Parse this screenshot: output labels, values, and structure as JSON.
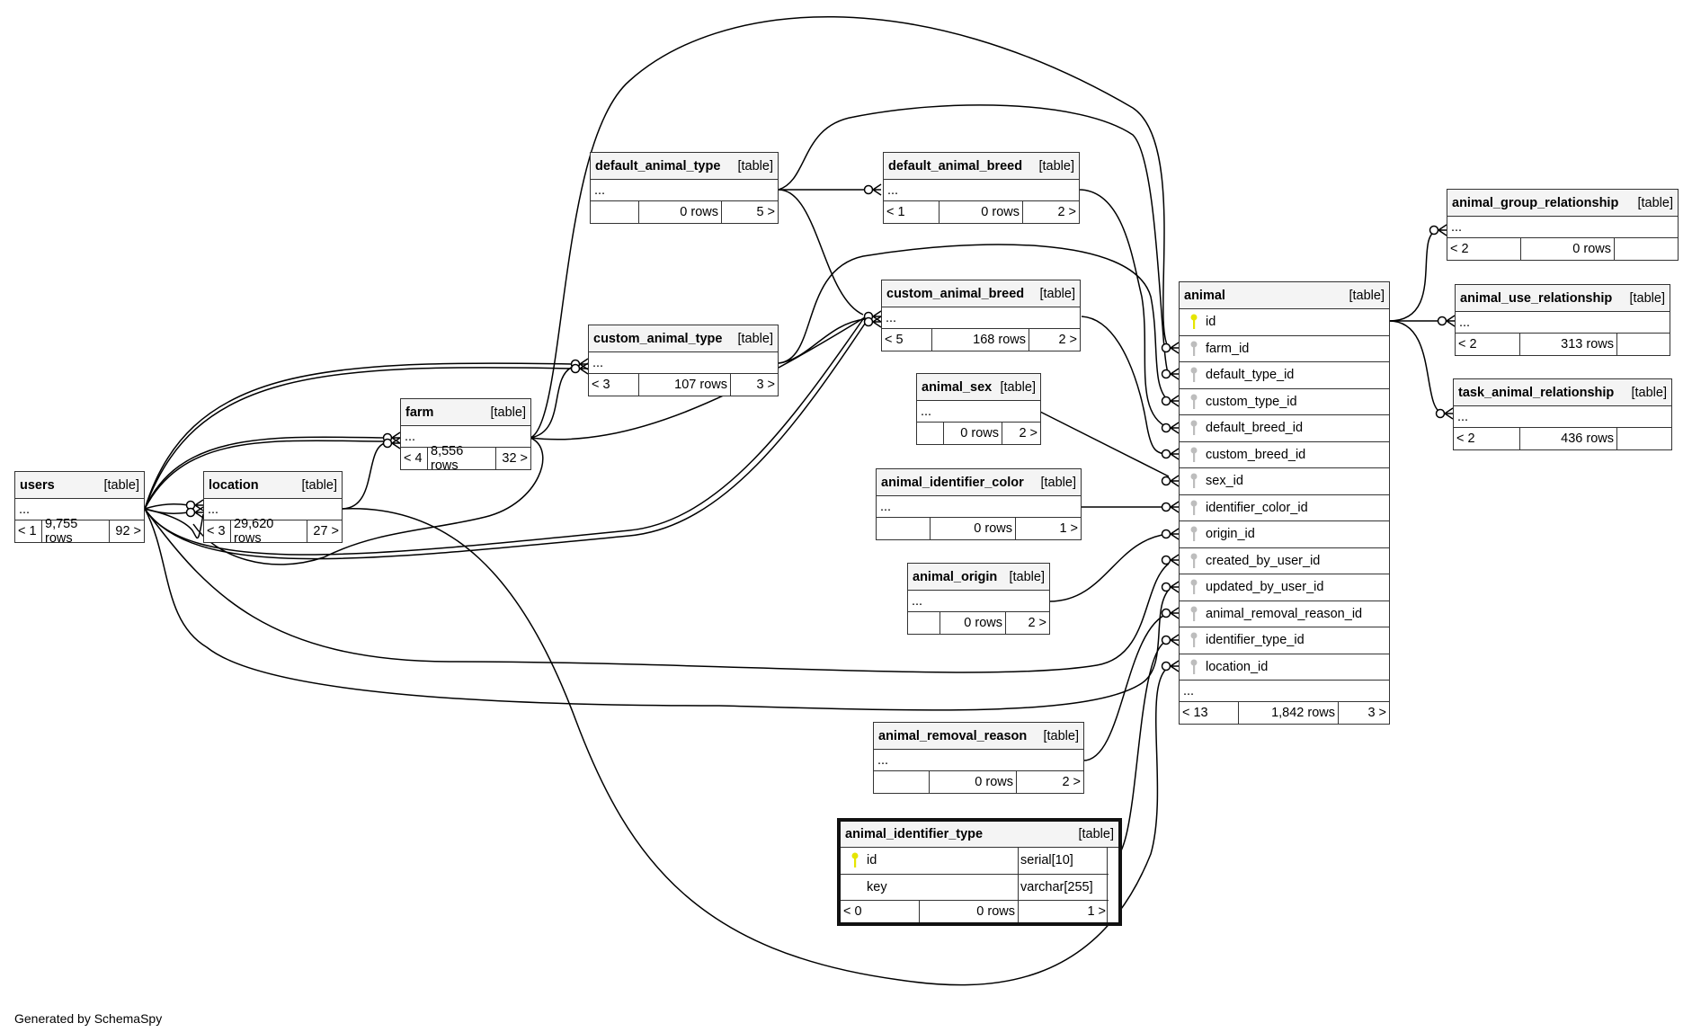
{
  "footer": "Generated by SchemaSpy",
  "type_label": "[table]",
  "tables": {
    "users": {
      "name": "users",
      "dots": "...",
      "left": "< 1",
      "rows": "9,755 rows",
      "right": "92 >"
    },
    "location": {
      "name": "location",
      "dots": "...",
      "left": "< 3",
      "rows": "29,620 rows",
      "right": "27 >"
    },
    "farm": {
      "name": "farm",
      "dots": "...",
      "left": "< 4",
      "rows": "8,556 rows",
      "right": "32 >"
    },
    "default_animal_type": {
      "name": "default_animal_type",
      "dots": "...",
      "left": "",
      "rows": "0 rows",
      "right": "5 >"
    },
    "default_animal_breed": {
      "name": "default_animal_breed",
      "dots": "...",
      "left": "< 1",
      "rows": "0 rows",
      "right": "2 >"
    },
    "custom_animal_type": {
      "name": "custom_animal_type",
      "dots": "...",
      "left": "< 3",
      "rows": "107 rows",
      "right": "3 >"
    },
    "custom_animal_breed": {
      "name": "custom_animal_breed",
      "dots": "...",
      "left": "< 5",
      "rows": "168 rows",
      "right": "2 >"
    },
    "animal_sex": {
      "name": "animal_sex",
      "dots": "...",
      "left": "",
      "rows": "0 rows",
      "right": "2 >"
    },
    "animal_identifier_color": {
      "name": "animal_identifier_color",
      "dots": "...",
      "left": "",
      "rows": "0 rows",
      "right": "1 >"
    },
    "animal_origin": {
      "name": "animal_origin",
      "dots": "...",
      "left": "",
      "rows": "0 rows",
      "right": "2 >"
    },
    "animal_removal_reason": {
      "name": "animal_removal_reason",
      "dots": "...",
      "left": "",
      "rows": "0 rows",
      "right": "2 >"
    },
    "animal_identifier_type": {
      "name": "animal_identifier_type",
      "left": "< 0",
      "rows": "0 rows",
      "right": "1 >",
      "columns": [
        {
          "name": "id",
          "type": "serial[10]",
          "pk": true
        },
        {
          "name": "key",
          "type": "varchar[255]",
          "pk": false
        }
      ]
    },
    "animal": {
      "name": "animal",
      "dots": "...",
      "left": "< 13",
      "rows": "1,842 rows",
      "right": "3 >",
      "columns": [
        {
          "name": "id",
          "pk": true
        },
        {
          "name": "farm_id"
        },
        {
          "name": "default_type_id"
        },
        {
          "name": "custom_type_id"
        },
        {
          "name": "default_breed_id"
        },
        {
          "name": "custom_breed_id"
        },
        {
          "name": "sex_id"
        },
        {
          "name": "identifier_color_id"
        },
        {
          "name": "origin_id"
        },
        {
          "name": "created_by_user_id"
        },
        {
          "name": "updated_by_user_id"
        },
        {
          "name": "animal_removal_reason_id"
        },
        {
          "name": "identifier_type_id"
        },
        {
          "name": "location_id"
        }
      ]
    },
    "animal_group_relationship": {
      "name": "animal_group_relationship",
      "dots": "...",
      "left": "< 2",
      "rows": "0 rows",
      "right": ""
    },
    "animal_use_relationship": {
      "name": "animal_use_relationship",
      "dots": "...",
      "left": "< 2",
      "rows": "313 rows",
      "right": ""
    },
    "task_animal_relationship": {
      "name": "task_animal_relationship",
      "dots": "...",
      "left": "< 2",
      "rows": "436 rows",
      "right": ""
    }
  },
  "colors": {
    "pk_key": "#e5e500",
    "fk_key": "#bdbdbd",
    "header_bg": "#f4f4f4",
    "border": "#333333"
  }
}
